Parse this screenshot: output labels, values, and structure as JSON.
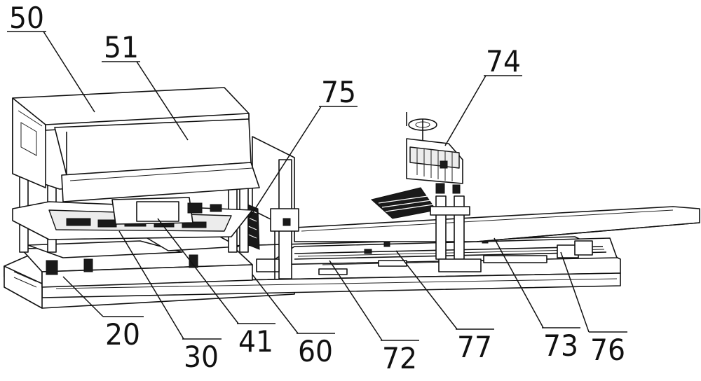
{
  "labels": {
    "l50": "50",
    "l51": "51",
    "l74": "74",
    "l75": "75",
    "l20": "20",
    "l30": "30",
    "l41": "41",
    "l60": "60",
    "l72": "72",
    "l77": "77",
    "l73": "73",
    "l76": "76"
  }
}
